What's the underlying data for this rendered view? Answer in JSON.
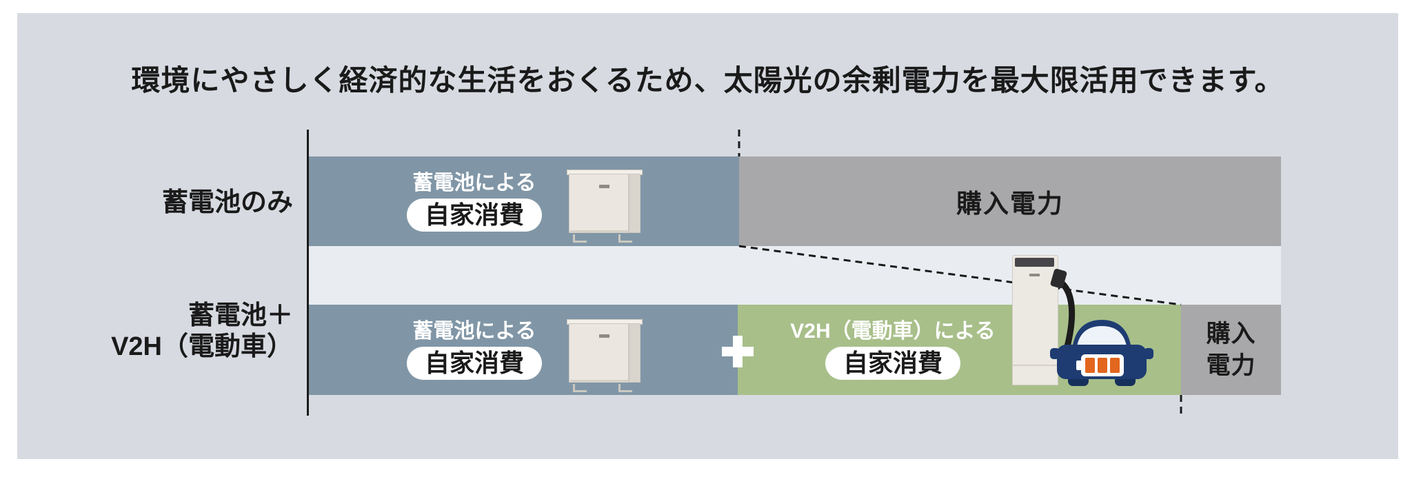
{
  "title": "環境にやさしく経済的な生活をおくるため、太陽光の余剰電力を最大限活用できます。",
  "colors": {
    "panel_bg": "#d7dae1",
    "gap_band": "#e9edf2",
    "battery_bar": "#8096a6",
    "purchased_bar": "#a8a8aa",
    "v2h_bar": "#a8bf8a",
    "badge_bg": "#ffffff",
    "bar_caption_text": "#ffffff",
    "text": "#1a1a1a",
    "car_body": "#1e3c72",
    "battery_level_cells": "#e2661e"
  },
  "rows": {
    "battery_only": {
      "label": "蓄電池のみ",
      "battery_segment": {
        "caption": "蓄電池による",
        "badge": "自家消費",
        "icon": "battery-storage-unit-icon"
      },
      "purchased_segment": {
        "label": "購入電力"
      }
    },
    "battery_v2h": {
      "label_line1": "蓄電池＋",
      "label_line2": "V2H（電動車）",
      "battery_segment": {
        "caption": "蓄電池による",
        "badge": "自家消費",
        "icon": "battery-storage-unit-icon"
      },
      "plus": "＋",
      "v2h_segment": {
        "caption": "V2H（電動車）による",
        "badge": "自家消費",
        "icons": [
          "v2h-charging-station-icon",
          "electric-vehicle-icon"
        ]
      },
      "purchased_segment": {
        "label_line1": "購入",
        "label_line2": "電力"
      }
    }
  }
}
